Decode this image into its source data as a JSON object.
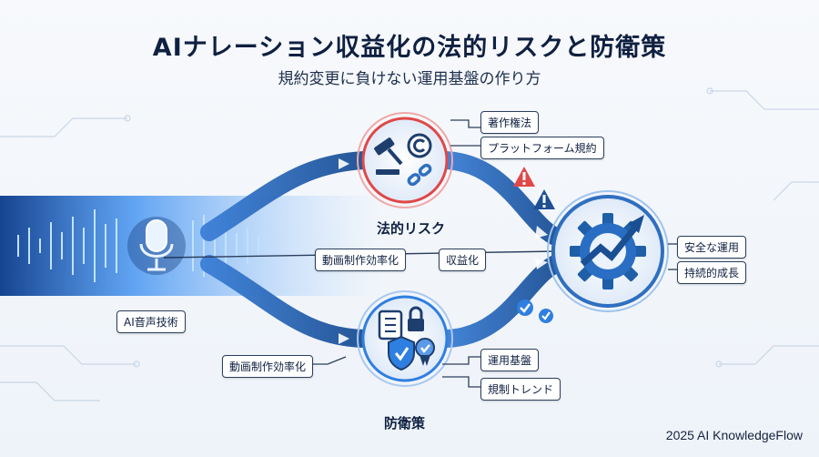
{
  "header": {
    "title": "AIナレーション収益化の法的リスクと防衛策",
    "subtitle": "規約変更に負けない運用基盤の作り方"
  },
  "labels": {
    "source": "AI音声技術",
    "efficiency_center": "動画制作効率化",
    "monetization": "収益化",
    "efficiency_lower": "動画制作効率化",
    "copyright": "著作権法",
    "platform_terms": "プラットフォーム規約",
    "operation_base": "運用基盤",
    "regulation_trends": "規制トレンド",
    "safe_operation": "安全な運用",
    "sustainable_growth": "持続的成長"
  },
  "nodes": {
    "legal_risk": "法的リスク",
    "defense": "防衛策"
  },
  "footer": {
    "credit": "2025 AI KnowledgeFlow"
  },
  "colors": {
    "risk_accent": "#e04848",
    "flow_blue": "#1f5fa8",
    "glow_blue": "#4aa8ff",
    "dark_navy": "#14284a",
    "check_blue": "#2f7fe0"
  },
  "icons": [
    "microphone-icon",
    "gavel-icon",
    "copyright-icon",
    "broken-chain-icon",
    "warning-icon",
    "clipboard-checklist-icon",
    "lock-icon",
    "shield-check-icon",
    "award-ribbon-icon",
    "gear-growth-icon",
    "check-icon"
  ]
}
